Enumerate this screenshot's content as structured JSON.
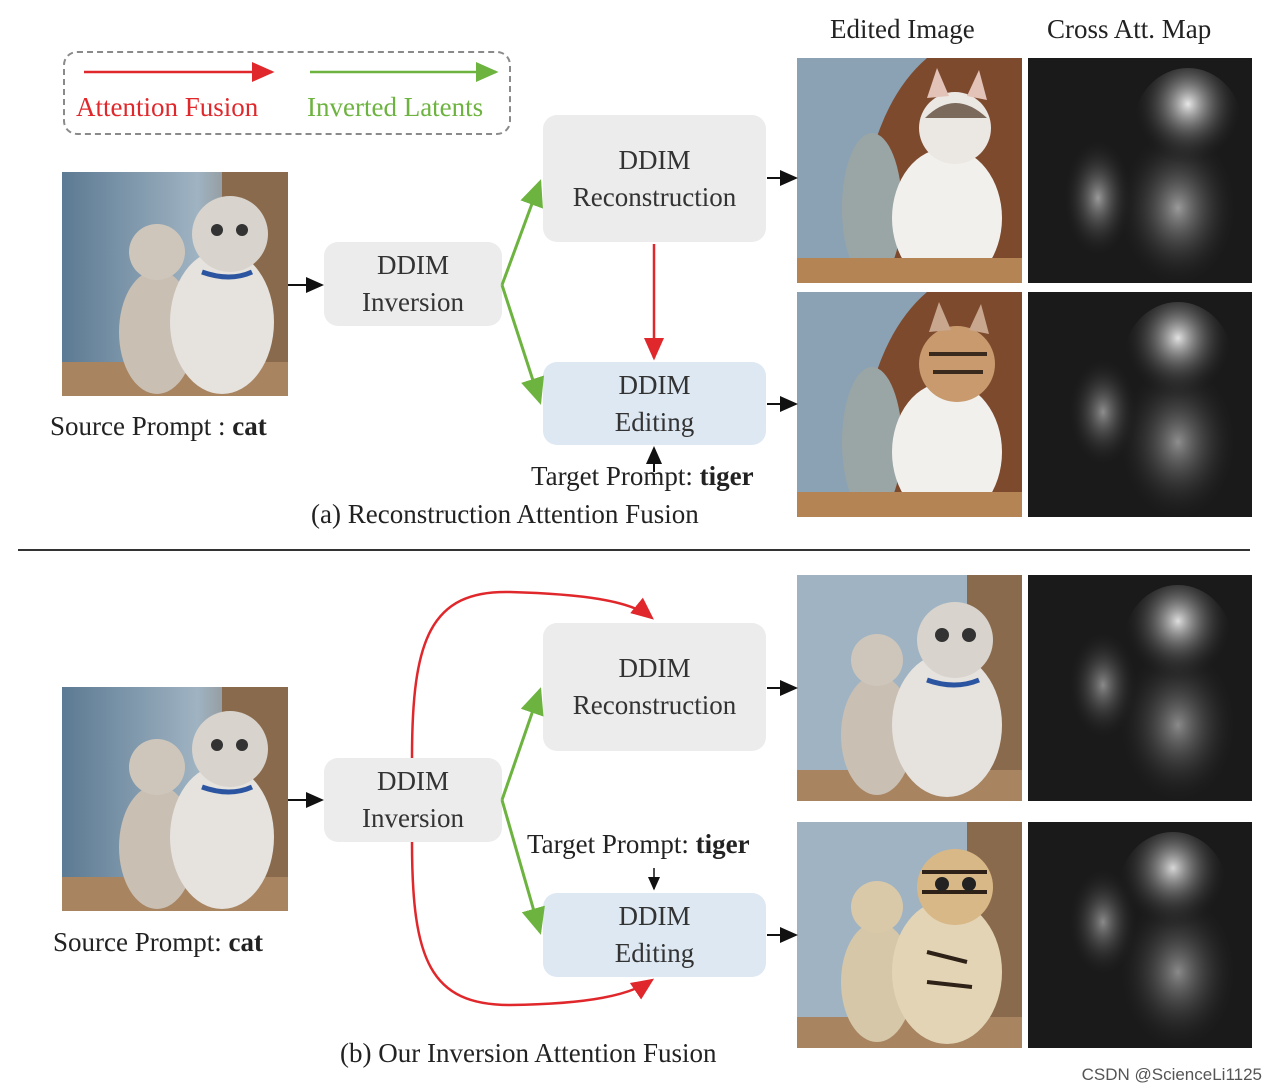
{
  "legend": {
    "attention_fusion": "Attention Fusion",
    "inverted_latents": "Inverted Latents",
    "attention_color": "#e0282c",
    "latents_color": "#6db33f"
  },
  "column_headers": {
    "edited_image": "Edited Image",
    "cross_att_map": "Cross Att. Map"
  },
  "panel_a": {
    "source_prompt_prefix": "Source Prompt : ",
    "source_prompt_word": "cat",
    "inversion": {
      "line1": "DDIM",
      "line2": "Inversion"
    },
    "reconstruction": {
      "line1": "DDIM",
      "line2": "Reconstruction"
    },
    "editing": {
      "line1": "DDIM",
      "line2": "Editing"
    },
    "target_prompt_prefix": "Target Prompt: ",
    "target_prompt_word": "tiger",
    "caption": "(a) Reconstruction Attention Fusion"
  },
  "panel_b": {
    "source_prompt_prefix": "Source Prompt: ",
    "source_prompt_word": "cat",
    "inversion": {
      "line1": "DDIM",
      "line2": "Inversion"
    },
    "reconstruction": {
      "line1": "DDIM",
      "line2": "Reconstruction"
    },
    "editing": {
      "line1": "DDIM",
      "line2": "Editing"
    },
    "target_prompt_prefix": "Target Prompt: ",
    "target_prompt_word": "tiger",
    "caption": "(b) Our Inversion Attention Fusion"
  },
  "watermark": "CSDN @ScienceLi1125"
}
